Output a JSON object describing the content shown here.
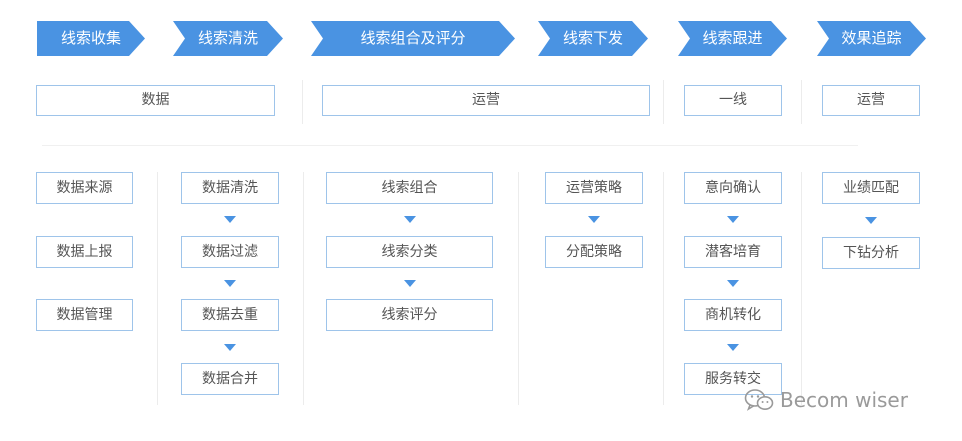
{
  "stages": [
    {
      "label": "线索收集"
    },
    {
      "label": "线索清洗"
    },
    {
      "label": "线索组合及评分"
    },
    {
      "label": "线索下发"
    },
    {
      "label": "线索跟进"
    },
    {
      "label": "效果追踪"
    }
  ],
  "roles": [
    {
      "label": "数据"
    },
    {
      "label": "运营"
    },
    {
      "label": "一线"
    },
    {
      "label": "运营"
    }
  ],
  "columns": [
    {
      "steps": [
        "数据来源",
        "数据上报",
        "数据管理"
      ]
    },
    {
      "steps": [
        "数据清洗",
        "数据过滤",
        "数据去重",
        "数据合并"
      ]
    },
    {
      "steps": [
        "线索组合",
        "线索分类",
        "线索评分"
      ]
    },
    {
      "steps": [
        "运营策略",
        "分配策略"
      ]
    },
    {
      "steps": [
        "意向确认",
        "潜客培育",
        "商机转化",
        "服务转交"
      ]
    },
    {
      "steps": [
        "业绩匹配",
        "下钻分析"
      ]
    }
  ],
  "watermark": {
    "text": "Becom wiser",
    "icon": "wechat-icon"
  },
  "colors": {
    "accent": "#4a93e2",
    "border": "#9ec4ea",
    "text": "#555555"
  }
}
